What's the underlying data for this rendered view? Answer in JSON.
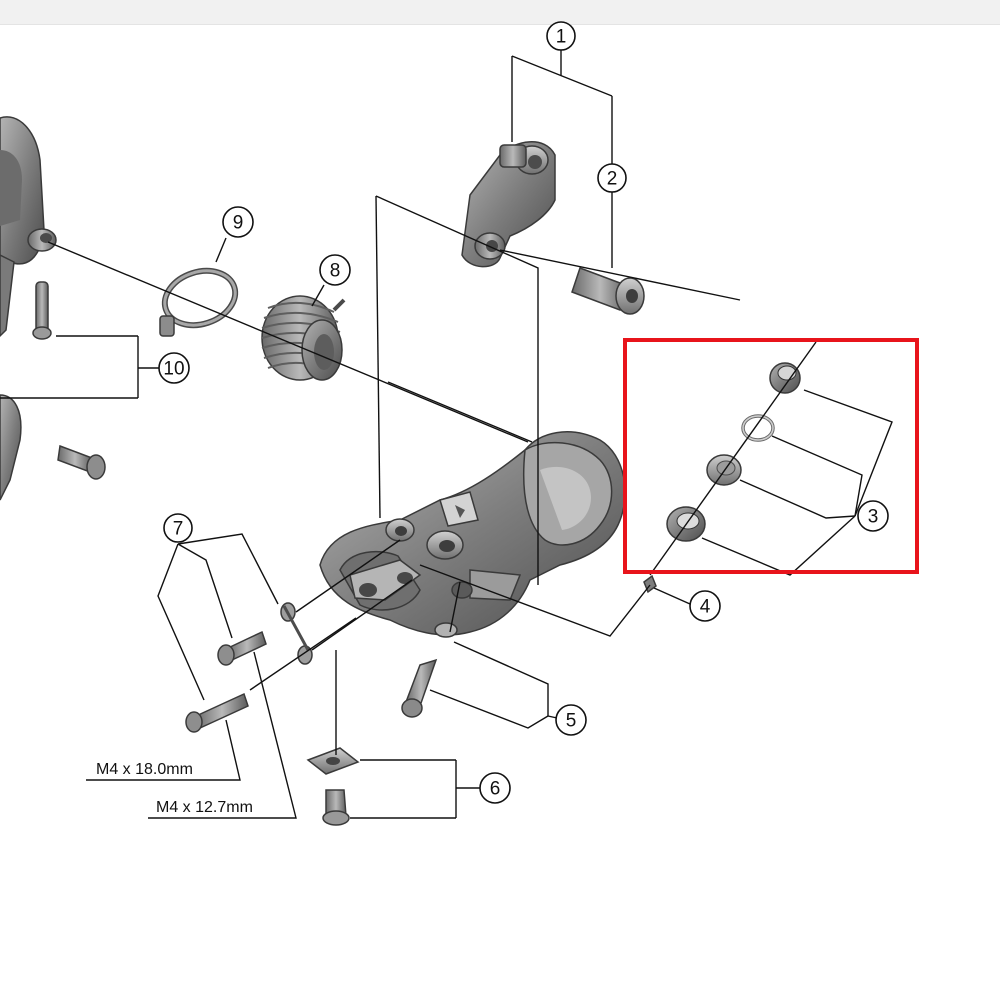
{
  "diagram": {
    "callouts": [
      {
        "id": "callout-1",
        "label": "1"
      },
      {
        "id": "callout-2",
        "label": "2"
      },
      {
        "id": "callout-3",
        "label": "3"
      },
      {
        "id": "callout-4",
        "label": "4"
      },
      {
        "id": "callout-5",
        "label": "5"
      },
      {
        "id": "callout-6",
        "label": "6"
      },
      {
        "id": "callout-7",
        "label": "7"
      },
      {
        "id": "callout-8",
        "label": "8"
      },
      {
        "id": "callout-9",
        "label": "9"
      },
      {
        "id": "callout-10",
        "label": "10"
      }
    ],
    "bolt_sizes": {
      "long": "M4 x 18.0mm",
      "short": "M4 x 12.7mm"
    },
    "highlight": {
      "color": "#e8141b",
      "target": "callout-3"
    },
    "colors": {
      "part_fill": "#8c8c8c",
      "part_dark": "#5a5a5a",
      "part_light": "#c8c8c8",
      "line": "#111111"
    }
  }
}
